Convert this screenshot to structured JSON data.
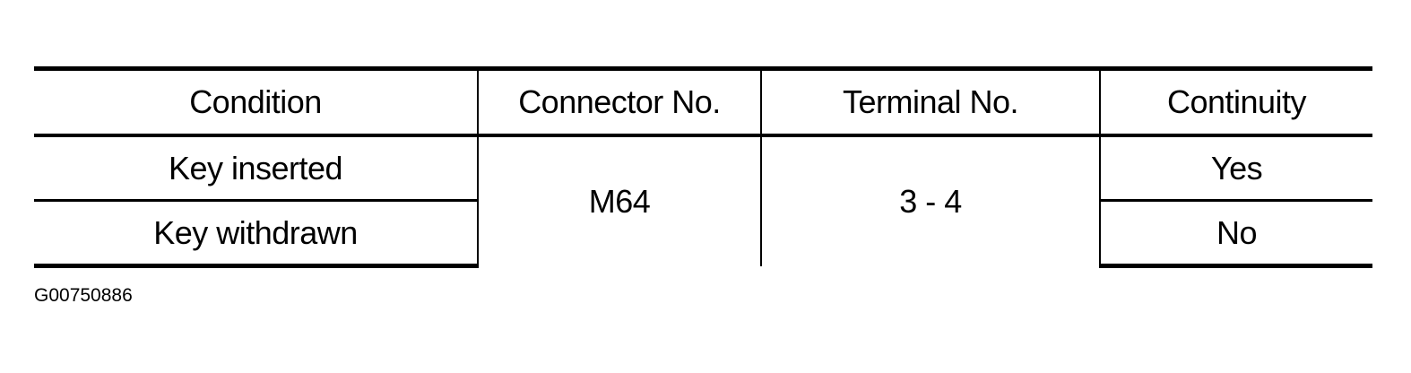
{
  "table": {
    "headers": [
      "Condition",
      "Connector No.",
      "Terminal No.",
      "Continuity"
    ],
    "rows": [
      {
        "condition": "Key inserted",
        "continuity": "Yes"
      },
      {
        "condition": "Key withdrawn",
        "continuity": "No"
      }
    ],
    "connector": "M64",
    "terminal": "3 - 4"
  },
  "figure_id": "G00750886"
}
